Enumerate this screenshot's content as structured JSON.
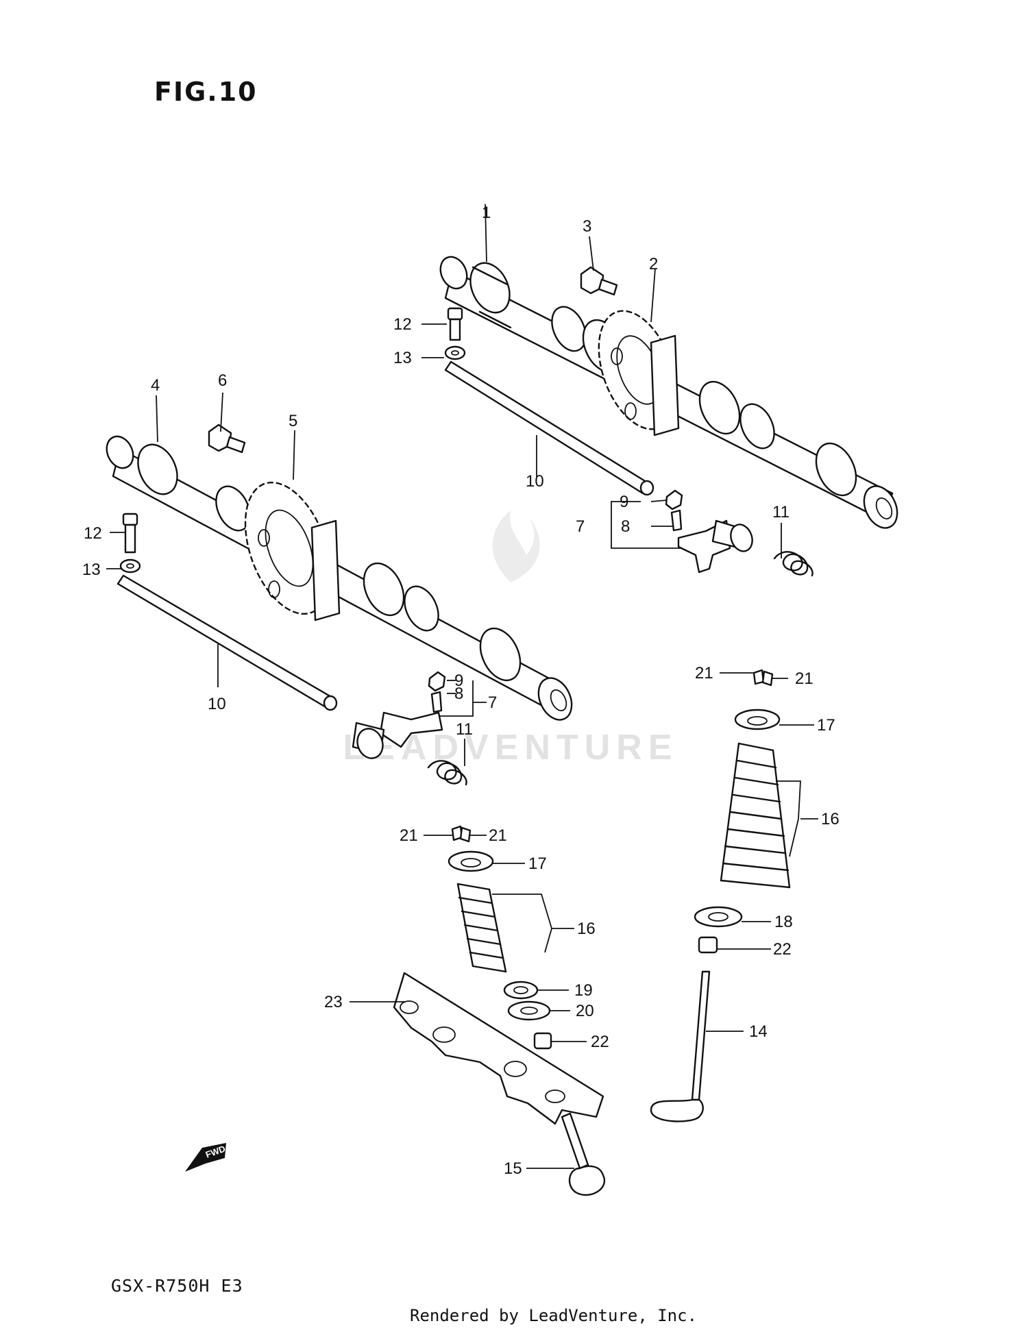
{
  "figure": {
    "title": "FIG.10",
    "model": "GSX-R750H E3"
  },
  "footer": {
    "rendered_by": "Rendered by LeadVenture, Inc."
  },
  "watermark": {
    "text": "LEADVENTURE"
  },
  "fwd_badge": {
    "text": "FWD"
  },
  "callouts": {
    "upper_camshaft": "1",
    "upper_sprocket": "2",
    "upper_sprocket_bolt": "3",
    "lower_camshaft": "4",
    "lower_sprocket": "5",
    "lower_sprocket_bolt": "6",
    "upper_rocker_arm": "7",
    "upper_adjuster_screw": "8",
    "upper_adjuster_nut": "9",
    "upper_rocker_shaft": "10",
    "upper_spring": "11",
    "upper_shaft_bolt": "12",
    "upper_washer": "13",
    "lower_rocker_arm": "7",
    "lower_adjuster_screw": "8",
    "lower_adjuster_nut": "9",
    "lower_rocker_shaft": "10",
    "lower_spring": "11",
    "lower_shaft_bolt": "12",
    "lower_washer": "13",
    "exhaust_valve": "14",
    "intake_valve": "15",
    "right_valve_spring": "16",
    "right_retainer": "17",
    "right_seat": "18",
    "right_cotter_a": "21",
    "right_cotter_b": "21",
    "right_stem_seal": "22",
    "left_valve_spring": "16",
    "left_retainer": "17",
    "left_seat_19": "19",
    "left_seat_20": "20",
    "left_cotter_a": "21",
    "left_cotter_b": "21",
    "left_stem_seal": "22",
    "valve_plate": "23"
  },
  "colors": {
    "ink": "#111111",
    "paper": "#ffffff",
    "watermark": "#e2e2e2"
  }
}
